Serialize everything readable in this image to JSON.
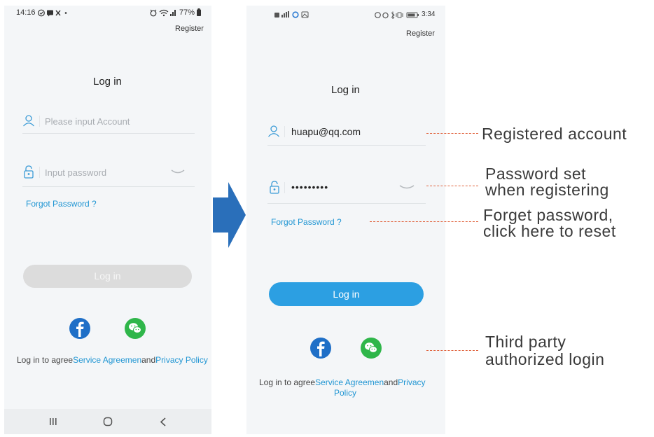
{
  "left_phone": {
    "status": {
      "time": "14:16",
      "battery": "77%"
    },
    "register": "Register",
    "title": "Log in",
    "account_placeholder": "Please input Account",
    "password_placeholder": "Input password",
    "forgot": "Forgot Password ?",
    "login_button": "Log in",
    "agree": {
      "prefix": "Log in to agree",
      "service": "Service Agreemen",
      "and": "and",
      "privacy": "Privacy Policy"
    }
  },
  "right_phone": {
    "status": {
      "time": "3:34"
    },
    "register": "Register",
    "title": "Log in",
    "account_value": "huapu@qq.com",
    "password_value": "•••••••••",
    "forgot": "Forgot Password ?",
    "login_button": "Log in",
    "agree": {
      "prefix": "Log in to agree",
      "service": "Service Agreemen",
      "and": "and",
      "privacy_line1": "Privacy",
      "privacy_line2": "Policy"
    }
  },
  "annotations": {
    "registered_account": "Registered account",
    "password_line1": "Password set",
    "password_line2": "when registering",
    "forget_line1": "Forget password,",
    "forget_line2": "click here to reset",
    "third_line1": "Third party",
    "third_line2": "authorized login"
  },
  "icons": {
    "user": "user-icon",
    "lock": "lock-icon",
    "eye": "eye-closed-icon",
    "facebook": "facebook-icon",
    "wechat": "wechat-icon",
    "arrow": "right-arrow-icon"
  },
  "colors": {
    "accent": "#2196d3",
    "button_active": "#2c9fe2",
    "button_disabled": "#dcdcdc",
    "facebook": "#1f6fc7",
    "wechat": "#2fb64a",
    "annotation_line": "#e0623c",
    "arrow": "#2a6fba"
  }
}
